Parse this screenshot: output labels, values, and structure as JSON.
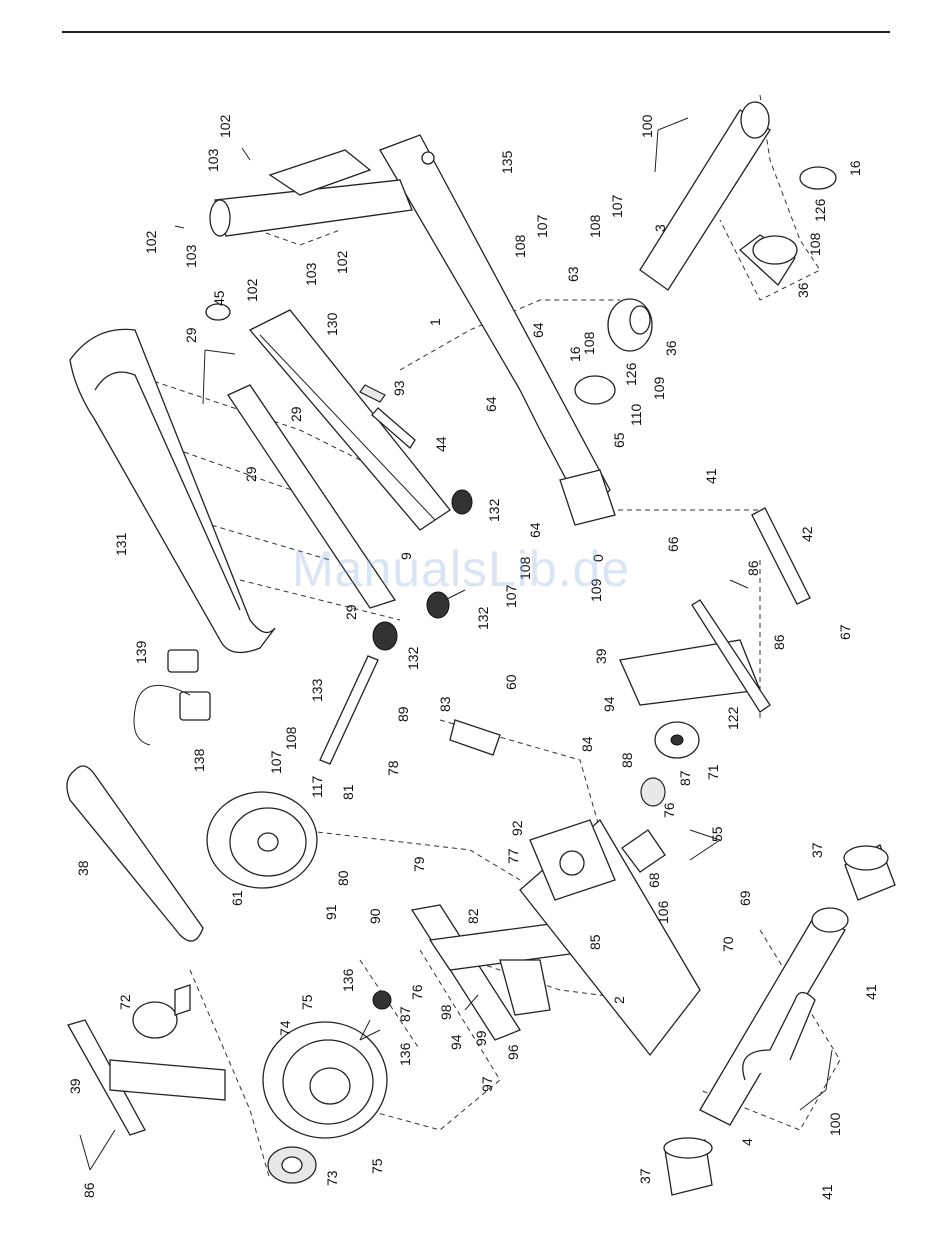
{
  "watermark": "ManualsLib.de",
  "part_labels": [
    {
      "id": "l-102a",
      "text": "102"
    },
    {
      "id": "l-103a",
      "text": "103"
    },
    {
      "id": "l-102b",
      "text": "102"
    },
    {
      "id": "l-103b",
      "text": "103"
    },
    {
      "id": "l-102c",
      "text": "102"
    },
    {
      "id": "l-103c",
      "text": "103"
    },
    {
      "id": "l-102d",
      "text": "102"
    },
    {
      "id": "l-135",
      "text": "135"
    },
    {
      "id": "l-100a",
      "text": "100"
    },
    {
      "id": "l-16a",
      "text": "16"
    },
    {
      "id": "l-107a",
      "text": "107"
    },
    {
      "id": "l-108a",
      "text": "108"
    },
    {
      "id": "l-107b",
      "text": "107"
    },
    {
      "id": "l-108b",
      "text": "108"
    },
    {
      "id": "l-3",
      "text": "3"
    },
    {
      "id": "l-126a",
      "text": "126"
    },
    {
      "id": "l-108c",
      "text": "108"
    },
    {
      "id": "l-36a",
      "text": "36"
    },
    {
      "id": "l-45",
      "text": "45"
    },
    {
      "id": "l-130",
      "text": "130"
    },
    {
      "id": "l-1",
      "text": "1"
    },
    {
      "id": "l-63",
      "text": "63"
    },
    {
      "id": "l-64a",
      "text": "64"
    },
    {
      "id": "l-29a",
      "text": "29"
    },
    {
      "id": "l-93",
      "text": "93"
    },
    {
      "id": "l-64b",
      "text": "64"
    },
    {
      "id": "l-16b",
      "text": "16"
    },
    {
      "id": "l-108d",
      "text": "108"
    },
    {
      "id": "l-126b",
      "text": "126"
    },
    {
      "id": "l-36b",
      "text": "36"
    },
    {
      "id": "l-109a",
      "text": "109"
    },
    {
      "id": "l-110",
      "text": "110"
    },
    {
      "id": "l-29b",
      "text": "29"
    },
    {
      "id": "l-44",
      "text": "44"
    },
    {
      "id": "l-65",
      "text": "65"
    },
    {
      "id": "l-41a",
      "text": "41"
    },
    {
      "id": "l-29c",
      "text": "29"
    },
    {
      "id": "l-131",
      "text": "131"
    },
    {
      "id": "l-132a",
      "text": "132"
    },
    {
      "id": "l-64c",
      "text": "64"
    },
    {
      "id": "l-66",
      "text": "66"
    },
    {
      "id": "l-42",
      "text": "42"
    },
    {
      "id": "l-9",
      "text": "9"
    },
    {
      "id": "l-108e",
      "text": "108"
    },
    {
      "id": "l-0",
      "text": "0"
    },
    {
      "id": "l-107c",
      "text": "107"
    },
    {
      "id": "l-109b",
      "text": "109"
    },
    {
      "id": "l-29d",
      "text": "29"
    },
    {
      "id": "l-132b",
      "text": "132"
    },
    {
      "id": "l-86a",
      "text": "86"
    },
    {
      "id": "l-86b",
      "text": "86"
    },
    {
      "id": "l-67",
      "text": "67"
    },
    {
      "id": "l-139",
      "text": "139"
    },
    {
      "id": "l-132c",
      "text": "132"
    },
    {
      "id": "l-39a",
      "text": "39"
    },
    {
      "id": "l-60",
      "text": "60"
    },
    {
      "id": "l-133",
      "text": "133"
    },
    {
      "id": "l-89",
      "text": "89"
    },
    {
      "id": "l-83",
      "text": "83"
    },
    {
      "id": "l-94a",
      "text": "94"
    },
    {
      "id": "l-122",
      "text": "122"
    },
    {
      "id": "l-138",
      "text": "138"
    },
    {
      "id": "l-108f",
      "text": "108"
    },
    {
      "id": "l-107d",
      "text": "107"
    },
    {
      "id": "l-117",
      "text": "117"
    },
    {
      "id": "l-78",
      "text": "78"
    },
    {
      "id": "l-84",
      "text": "84"
    },
    {
      "id": "l-88",
      "text": "88"
    },
    {
      "id": "l-87a",
      "text": "87"
    },
    {
      "id": "l-71",
      "text": "71"
    },
    {
      "id": "l-81",
      "text": "81"
    },
    {
      "id": "l-76a",
      "text": "76"
    },
    {
      "id": "l-38",
      "text": "38"
    },
    {
      "id": "l-92",
      "text": "92"
    },
    {
      "id": "l-55",
      "text": "55"
    },
    {
      "id": "l-77",
      "text": "77"
    },
    {
      "id": "l-61",
      "text": "61"
    },
    {
      "id": "l-80",
      "text": "80"
    },
    {
      "id": "l-79",
      "text": "79"
    },
    {
      "id": "l-68",
      "text": "68"
    },
    {
      "id": "l-37a",
      "text": "37"
    },
    {
      "id": "l-91",
      "text": "91"
    },
    {
      "id": "l-90",
      "text": "90"
    },
    {
      "id": "l-82",
      "text": "82"
    },
    {
      "id": "l-85",
      "text": "85"
    },
    {
      "id": "l-69",
      "text": "69"
    },
    {
      "id": "l-106",
      "text": "106"
    },
    {
      "id": "l-70",
      "text": "70"
    },
    {
      "id": "l-2",
      "text": "2"
    },
    {
      "id": "l-72",
      "text": "72"
    },
    {
      "id": "l-75a",
      "text": "75"
    },
    {
      "id": "l-136a",
      "text": "136"
    },
    {
      "id": "l-76b",
      "text": "76"
    },
    {
      "id": "l-98",
      "text": "98"
    },
    {
      "id": "l-87b",
      "text": "87"
    },
    {
      "id": "l-74",
      "text": "74"
    },
    {
      "id": "l-94b",
      "text": "94"
    },
    {
      "id": "l-99",
      "text": "99"
    },
    {
      "id": "l-136b",
      "text": "136"
    },
    {
      "id": "l-41b",
      "text": "41"
    },
    {
      "id": "l-39b",
      "text": "39"
    },
    {
      "id": "l-97",
      "text": "97"
    },
    {
      "id": "l-96",
      "text": "96"
    },
    {
      "id": "l-100b",
      "text": "100"
    },
    {
      "id": "l-4",
      "text": "4"
    },
    {
      "id": "l-86c",
      "text": "86"
    },
    {
      "id": "l-73",
      "text": "73"
    },
    {
      "id": "l-75b",
      "text": "75"
    },
    {
      "id": "l-37b",
      "text": "37"
    },
    {
      "id": "l-41c",
      "text": "41"
    }
  ]
}
